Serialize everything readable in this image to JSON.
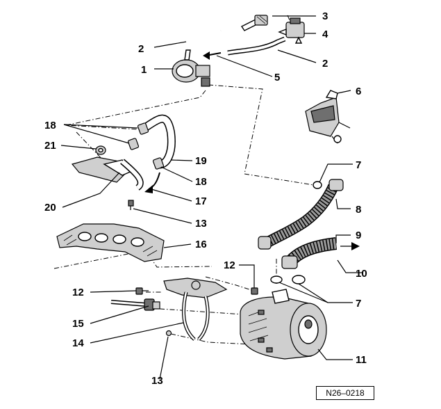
{
  "callouts": {
    "c1": "1",
    "c2a": "2",
    "c2b": "2",
    "c3": "3",
    "c4": "4",
    "c5": "5",
    "c6": "6",
    "c7a": "7",
    "c7b": "7",
    "c8": "8",
    "c9": "9",
    "c10": "10",
    "c11": "11",
    "c12a": "12",
    "c12b": "12",
    "c13a": "13",
    "c13b": "13",
    "c14": "14",
    "c15": "15",
    "c16": "16",
    "c17": "17",
    "c18a": "18",
    "c18b": "18",
    "c19": "19",
    "c20": "20",
    "c21": "21"
  },
  "reference_code": "N26–0218"
}
